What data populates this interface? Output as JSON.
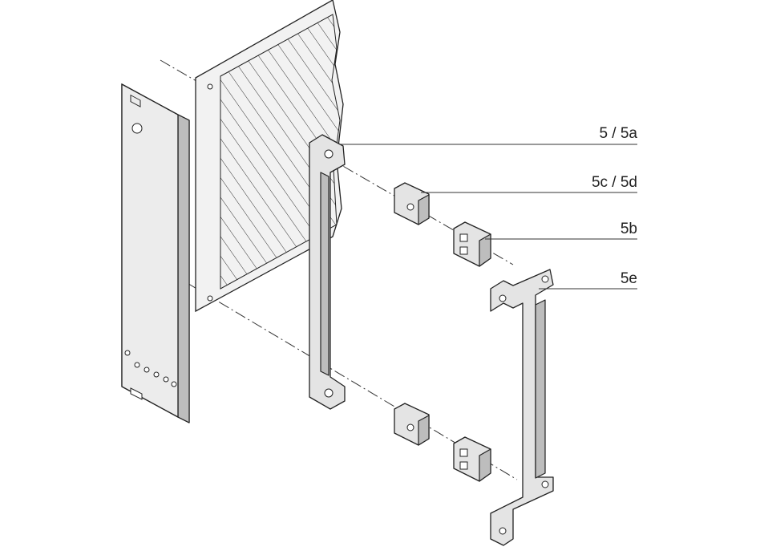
{
  "labels": {
    "rail": "5 / 5a",
    "insert": "5c / 5d",
    "guide_block": "5b",
    "bracket": "5e"
  },
  "colors": {
    "part_fill": "#e4e4e4",
    "shade_fill": "#bdbdbd",
    "line": "#222222"
  }
}
